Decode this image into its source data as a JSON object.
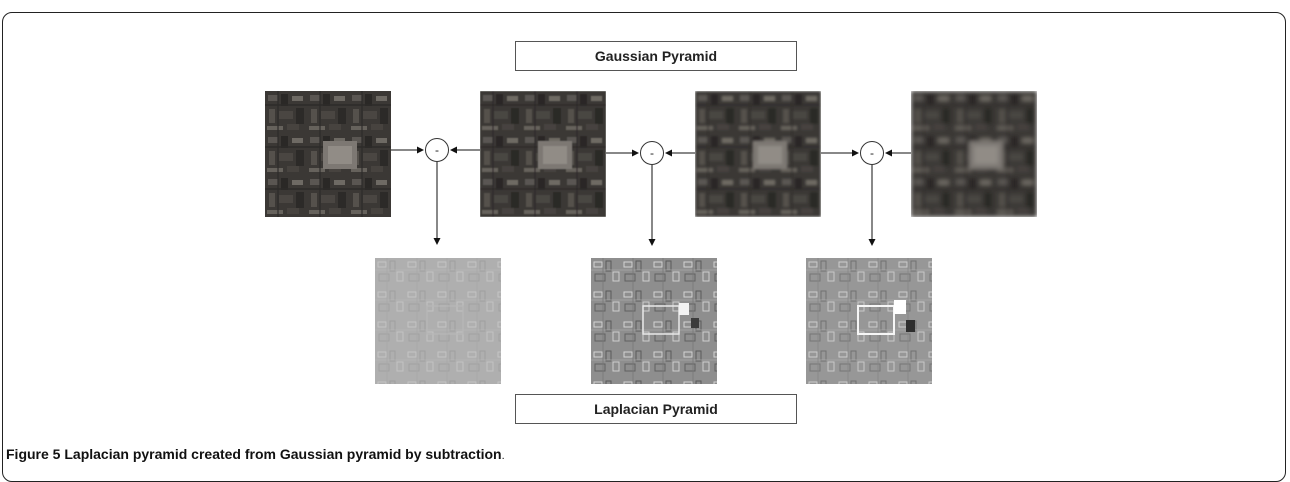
{
  "header": {
    "title": "Gaussian Pyramid"
  },
  "footer": {
    "title": "Laplacian Pyramid"
  },
  "operators": [
    {
      "symbol": "-"
    },
    {
      "symbol": "-"
    },
    {
      "symbol": "-"
    }
  ],
  "gaussian_images": [
    {
      "level": 1,
      "brightness": "dark",
      "blur": "none"
    },
    {
      "level": 2,
      "brightness": "dark",
      "blur": "light"
    },
    {
      "level": 3,
      "brightness": "dark",
      "blur": "medium"
    },
    {
      "level": 4,
      "brightness": "dark",
      "blur": "strong"
    }
  ],
  "laplacian_images": [
    {
      "level": 1,
      "contrast": "low"
    },
    {
      "level": 2,
      "contrast": "medium"
    },
    {
      "level": 3,
      "contrast": "high"
    }
  ],
  "caption": {
    "label": "Figure 5",
    "text": "Laplacian pyramid created from Gaussian pyramid by subtraction",
    "period": "."
  },
  "colors": {
    "border": "#222222",
    "image_dark": "#3b3835",
    "image_light": "#8c8c8c"
  }
}
